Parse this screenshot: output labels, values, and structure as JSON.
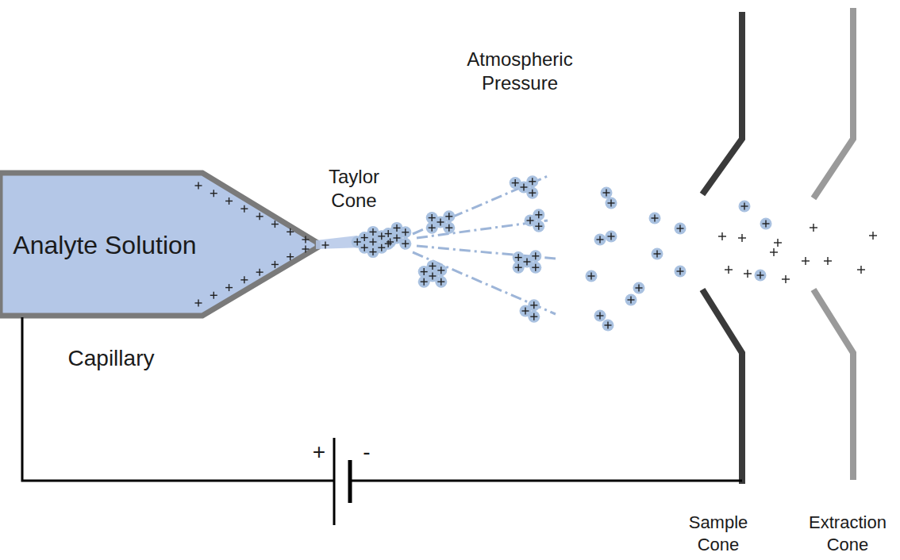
{
  "diagram": {
    "nodes": [
      {
        "text": [
          "Analyte Solution"
        ]
      }
    ],
    "labels": [
      "Atmospheric Pressure",
      "Taylor Cone",
      "Capillary",
      "+",
      "-",
      "Sample Cone",
      "Extraction Cone"
    ]
  }
}
